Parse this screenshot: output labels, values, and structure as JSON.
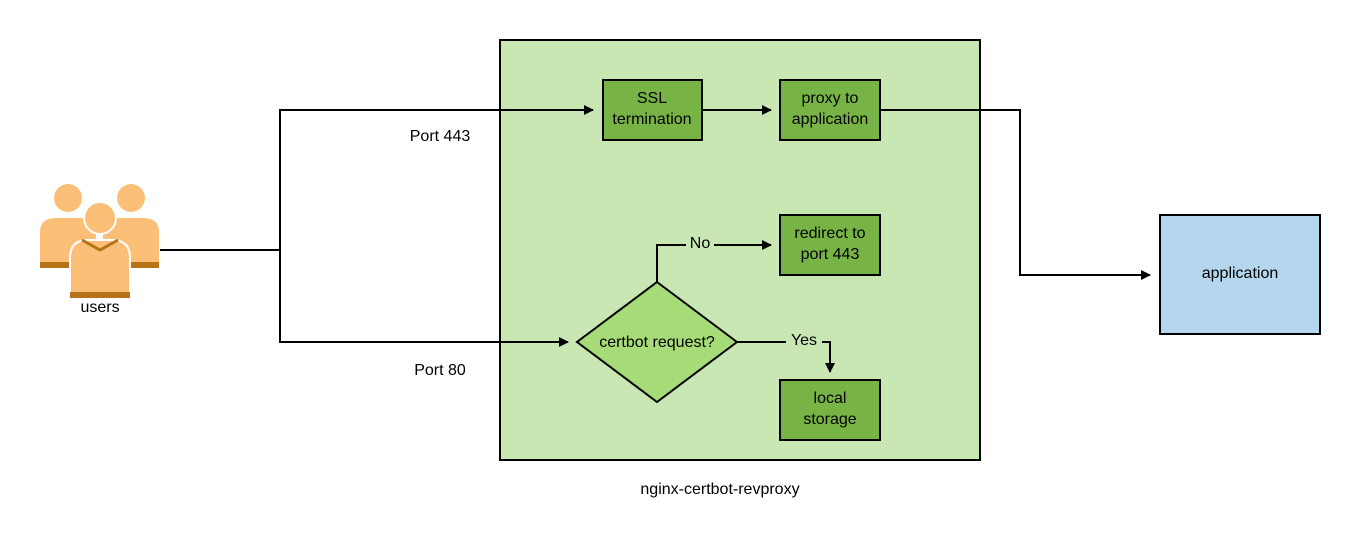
{
  "container": {
    "label": "nginx-certbot-revproxy",
    "fill": "#c9e7b2"
  },
  "users": {
    "label": "users",
    "icon": "users-group-icon",
    "icon_color": "#fbbf77",
    "icon_shadow": "#b67317"
  },
  "ports": {
    "https": "Port 443",
    "http": "Port 80"
  },
  "nodes": {
    "ssl_termination": {
      "line1": "SSL",
      "line2": "termination"
    },
    "proxy": {
      "line1": "proxy to",
      "line2": "application"
    },
    "redirect": {
      "line1": "redirect to",
      "line2": "port 443"
    },
    "decision": {
      "label": "certbot request?"
    },
    "local_storage": {
      "line1": "local",
      "line2": "storage"
    },
    "application": {
      "label": "application"
    }
  },
  "edges": {
    "no_label": "No",
    "yes_label": "Yes"
  },
  "colors": {
    "process_fill": "#77b345",
    "decision_fill": "#a6db77",
    "application_fill": "#b4d6ef",
    "stroke": "#000000"
  }
}
